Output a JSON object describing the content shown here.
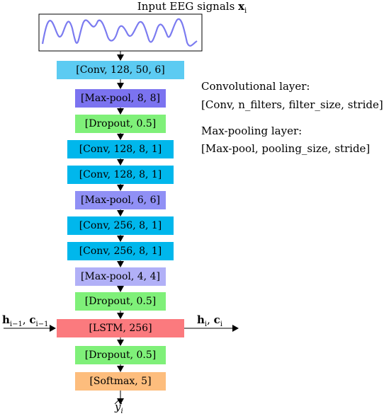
{
  "title_text": "Input EEG signals",
  "title_symbol": "x",
  "title_sub": "i",
  "colors": {
    "conv_first": "#5ccbf2",
    "conv": "#00b7ec",
    "maxpool_dark": "#7b73f0",
    "maxpool_mid": "#9090f5",
    "maxpool_light": "#b1b0f7",
    "dropout": "#7ff079",
    "lstm": "#fb7a7e",
    "softmax": "#fdbd7d",
    "signal": "#7b7bf0"
  },
  "layers": [
    {
      "label": "[Conv, 128, 50, 6]",
      "kind": "conv_first"
    },
    {
      "label": "[Max-pool, 8, 8]",
      "kind": "maxpool_dark"
    },
    {
      "label": "[Dropout, 0.5]",
      "kind": "dropout"
    },
    {
      "label": "[Conv, 128, 8, 1]",
      "kind": "conv"
    },
    {
      "label": "[Conv, 128, 8, 1]",
      "kind": "conv"
    },
    {
      "label": "[Max-pool, 6, 6]",
      "kind": "maxpool_mid"
    },
    {
      "label": "[Conv, 256, 8, 1]",
      "kind": "conv"
    },
    {
      "label": "[Conv, 256, 8, 1]",
      "kind": "conv"
    },
    {
      "label": "[Max-pool, 4, 4]",
      "kind": "maxpool_light"
    },
    {
      "label": "[Dropout, 0.5]",
      "kind": "dropout"
    },
    {
      "label": "[LSTM, 256]",
      "kind": "lstm"
    },
    {
      "label": "[Dropout, 0.5]",
      "kind": "dropout"
    },
    {
      "label": "[Softmax, 5]",
      "kind": "softmax"
    }
  ],
  "legend": {
    "conv_title": "Convolutional layer:",
    "conv_format": "[Conv, n_filters, filter_size, stride]",
    "pool_title": "Max-pooling layer:",
    "pool_format": "[Max-pool, pooling_size, stride]"
  },
  "lstm_input": {
    "h": "h",
    "h_sub": "i−1",
    "sep": ", ",
    "c": "c",
    "c_sub": "i−1"
  },
  "lstm_output": {
    "h": "h",
    "h_sub": "i",
    "sep": ", ",
    "c": "c",
    "c_sub": "i"
  },
  "output_label": {
    "symbol": "y",
    "sub": "i"
  }
}
